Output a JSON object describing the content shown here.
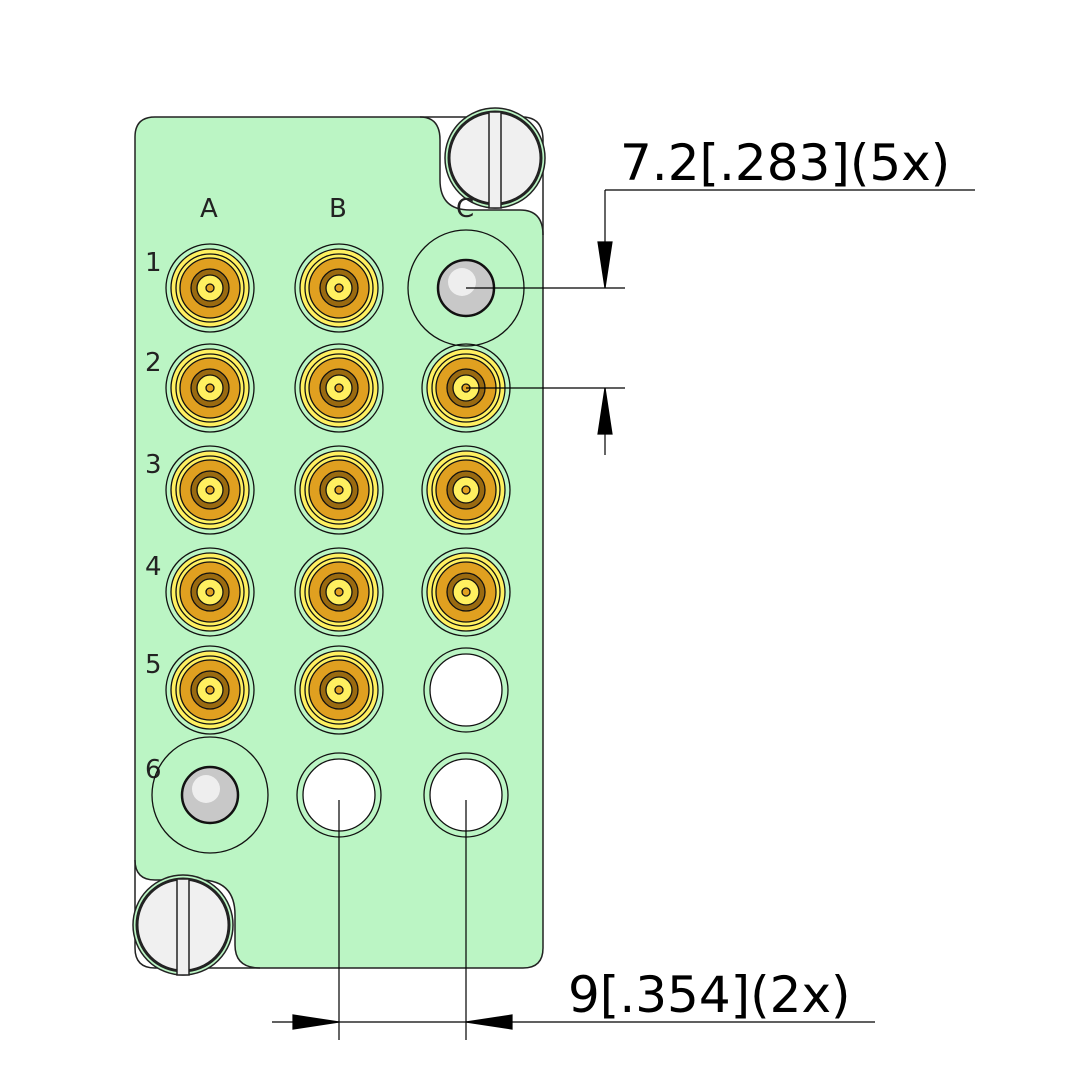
{
  "columns": [
    "A",
    "B",
    "C"
  ],
  "rows": [
    "1",
    "2",
    "3",
    "4",
    "5",
    "6"
  ],
  "cells": [
    [
      "connector",
      "connector",
      "pin"
    ],
    [
      "connector",
      "connector",
      "connector"
    ],
    [
      "connector",
      "connector",
      "connector"
    ],
    [
      "connector",
      "connector",
      "connector"
    ],
    [
      "connector",
      "connector",
      "hole"
    ],
    [
      "pin",
      "hole",
      "hole"
    ]
  ],
  "dimensions": {
    "vertical_pitch": "7.2[.283](5x)",
    "horizontal_pitch": "9[.354](2x)"
  },
  "colors": {
    "plate": "#bbf5c4",
    "gold": "#e0a020",
    "gold_light": "#fff060",
    "pin": "#c8c8c8"
  }
}
